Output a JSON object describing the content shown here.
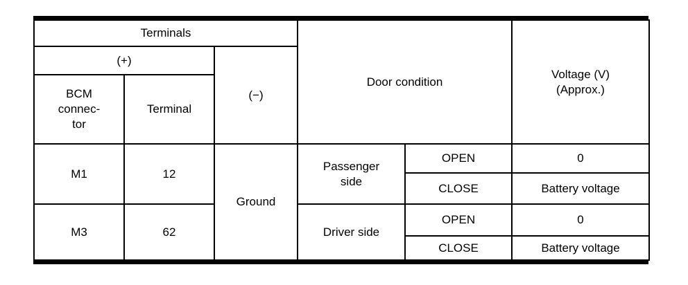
{
  "table": {
    "header": {
      "terminals": "Terminals",
      "plus": "(+)",
      "bcm_connector": "BCM\nconnec-\ntor",
      "terminal": "Terminal",
      "minus": "(−)",
      "door_condition": "Door condition",
      "voltage": "Voltage (V)\n(Approx.)"
    },
    "ground": "Ground",
    "rows": [
      {
        "connector": "M1",
        "terminal": "12",
        "side": "Passenger\nside",
        "conditions": [
          {
            "state": "OPEN",
            "voltage": "0"
          },
          {
            "state": "CLOSE",
            "voltage": "Battery voltage"
          }
        ]
      },
      {
        "connector": "M3",
        "terminal": "62",
        "side": "Driver side",
        "conditions": [
          {
            "state": "OPEN",
            "voltage": "0"
          },
          {
            "state": "CLOSE",
            "voltage": "Battery voltage"
          }
        ]
      }
    ]
  },
  "colors": {
    "line": "#000000",
    "background": "#ffffff",
    "text": "#000000"
  }
}
